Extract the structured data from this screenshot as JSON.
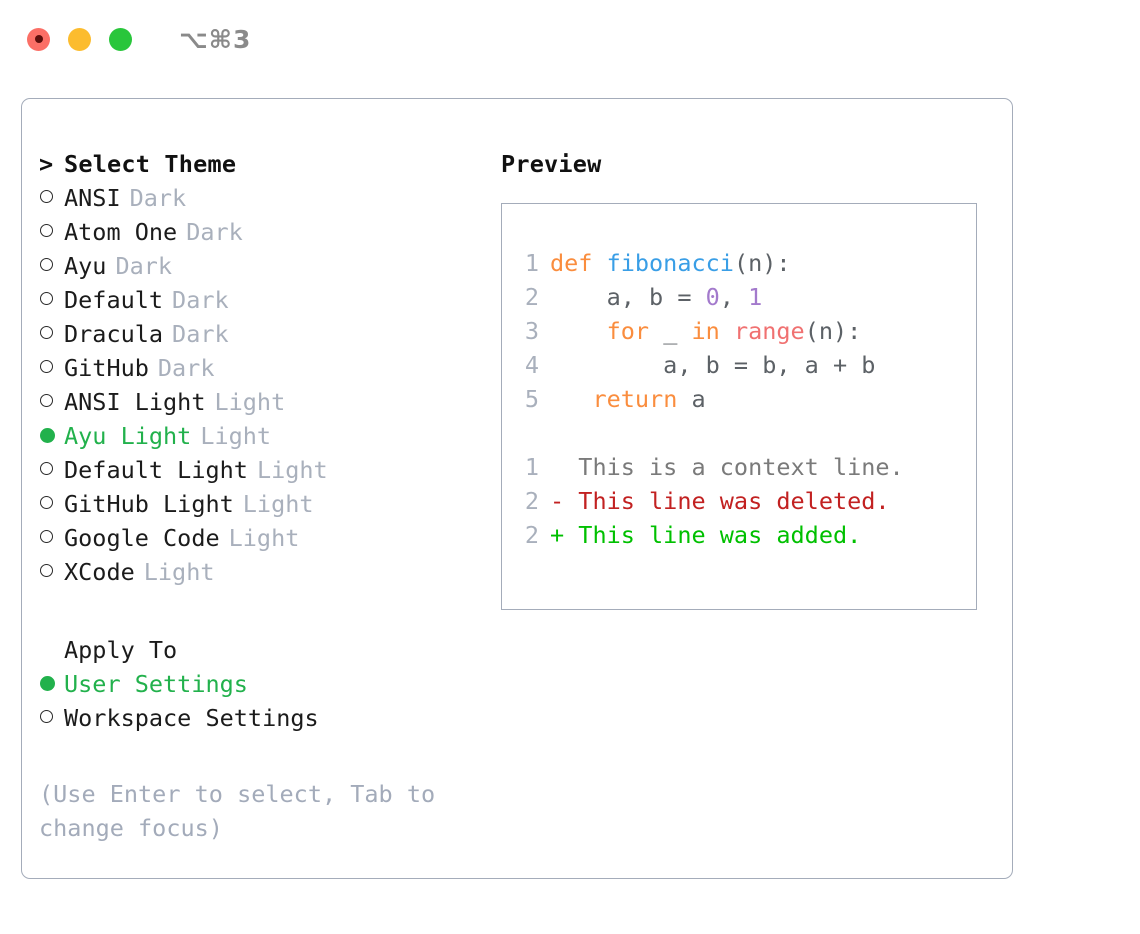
{
  "window": {
    "title": "⌥⌘3",
    "lights": [
      "close-light",
      "minimize-light",
      "maximize-light"
    ]
  },
  "left_panel": {
    "prompt_symbol": ">",
    "heading": "Select Theme",
    "themes": [
      {
        "name": "ANSI",
        "kind": "Dark",
        "selected": false
      },
      {
        "name": "Atom One",
        "kind": "Dark",
        "selected": false
      },
      {
        "name": "Ayu",
        "kind": "Dark",
        "selected": false
      },
      {
        "name": "Default",
        "kind": "Dark",
        "selected": false
      },
      {
        "name": "Dracula",
        "kind": "Dark",
        "selected": false
      },
      {
        "name": "GitHub",
        "kind": "Dark",
        "selected": false
      },
      {
        "name": "ANSI Light",
        "kind": "Light",
        "selected": false
      },
      {
        "name": "Ayu Light",
        "kind": "Light",
        "selected": true
      },
      {
        "name": "Default Light",
        "kind": "Light",
        "selected": false
      },
      {
        "name": "GitHub Light",
        "kind": "Light",
        "selected": false
      },
      {
        "name": "Google Code",
        "kind": "Light",
        "selected": false
      },
      {
        "name": "XCode",
        "kind": "Light",
        "selected": false
      }
    ],
    "apply_to": {
      "heading": "Apply To",
      "options": [
        {
          "label": "User Settings",
          "selected": true
        },
        {
          "label": "Workspace Settings",
          "selected": false
        }
      ]
    },
    "hint": "(Use Enter to select, Tab to change focus)"
  },
  "right_panel": {
    "title": "Preview",
    "code_lines": [
      {
        "no": "1",
        "tokens": [
          {
            "t": "def ",
            "c": "t-kw"
          },
          {
            "t": "fibonacci",
            "c": "t-fn"
          },
          {
            "t": "(n):",
            "c": "t-txt"
          }
        ]
      },
      {
        "no": "2",
        "tokens": [
          {
            "t": "    a, b = ",
            "c": "t-txt"
          },
          {
            "t": "0",
            "c": "t-num"
          },
          {
            "t": ", ",
            "c": "t-txt"
          },
          {
            "t": "1",
            "c": "t-num"
          }
        ]
      },
      {
        "no": "3",
        "tokens": [
          {
            "t": "    ",
            "c": "t-txt"
          },
          {
            "t": "for",
            "c": "t-kw"
          },
          {
            "t": " _ ",
            "c": "t-txt"
          },
          {
            "t": "in",
            "c": "t-kw"
          },
          {
            "t": " ",
            "c": "t-txt"
          },
          {
            "t": "range",
            "c": "t-call"
          },
          {
            "t": "(n):",
            "c": "t-txt"
          }
        ]
      },
      {
        "no": "4",
        "tokens": [
          {
            "t": "        a, b = b, a + b",
            "c": "t-txt"
          }
        ]
      },
      {
        "no": "5",
        "tokens": [
          {
            "t": "   ",
            "c": "t-txt"
          },
          {
            "t": "return",
            "c": "t-kw"
          },
          {
            "t": " a",
            "c": "t-txt"
          }
        ]
      }
    ],
    "diff_lines": [
      {
        "no": "1",
        "marker": "  ",
        "text": "This is a context line.",
        "c": "t-ctx"
      },
      {
        "no": "2",
        "marker": "- ",
        "text": "This line was deleted.",
        "c": "t-del"
      },
      {
        "no": "2",
        "marker": "+ ",
        "text": "This line was added.",
        "c": "t-add"
      }
    ]
  },
  "colors": {
    "accent_green": "#22b14c",
    "keyword_orange": "#fa8d3e",
    "function_blue": "#399ee6",
    "number_purple": "#a37acc",
    "call_red": "#f07171",
    "diff_deleted": "#c22121",
    "diff_added": "#00c000",
    "muted_gray": "#a9b0bc",
    "border_gray": "#a4acba"
  }
}
